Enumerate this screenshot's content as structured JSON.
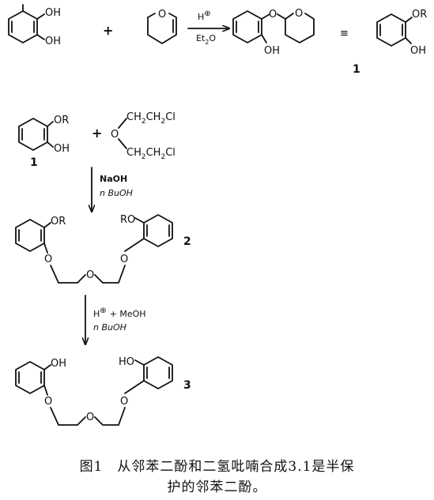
{
  "row1": {
    "catechol_oh_top": "OH",
    "catechol_oh_bottom": "OH",
    "plus": "+",
    "dhp_o": "O",
    "cond_acid": "H",
    "cond_acid_sup": "⊕",
    "cond_solvent": "Et",
    "cond_solvent_sub": "2",
    "cond_solvent_tail": "O",
    "prod_link_o": "O",
    "prod_ring_o": "O",
    "prod_oh": "OH",
    "identical": "≡",
    "short_or": "OR",
    "short_oh": "OH",
    "compound_num": "1"
  },
  "row2": {
    "sm_or": "OR",
    "sm_oh": "OH",
    "sm_num": "1",
    "plus": "+",
    "ether_o": "O",
    "chain_top": "CH",
    "chain_top_sub": "2",
    "chain_top_mid": "CH",
    "chain_top_mid_sub": "2",
    "chain_top_cl": "Cl",
    "chain_bot": "CH",
    "chain_bot_sub": "2",
    "chain_bot_mid": "CH",
    "chain_bot_mid_sub": "2",
    "chain_bot_cl": "Cl",
    "reagent1": "NaOH",
    "reagent2": "n BuOH"
  },
  "row3": {
    "left_or": "OR",
    "right_ro": "RO",
    "o_left": "O",
    "o_center": "O",
    "o_right": "O",
    "compound_num": "2",
    "reagent_acid": "H",
    "reagent_acid_sup": "⊕",
    "reagent_acid_tail": "+ MeOH",
    "reagent_solvent": "n BuOH"
  },
  "row4": {
    "left_oh": "OH",
    "right_ho": "HO",
    "o_left": "O",
    "o_center": "O",
    "o_right": "O",
    "compound_num": "3"
  },
  "caption": {
    "line1": "图1　从邻苯二酚和二氢吡喃合成3.1是半保",
    "line2": "护的邻苯二酚。"
  }
}
